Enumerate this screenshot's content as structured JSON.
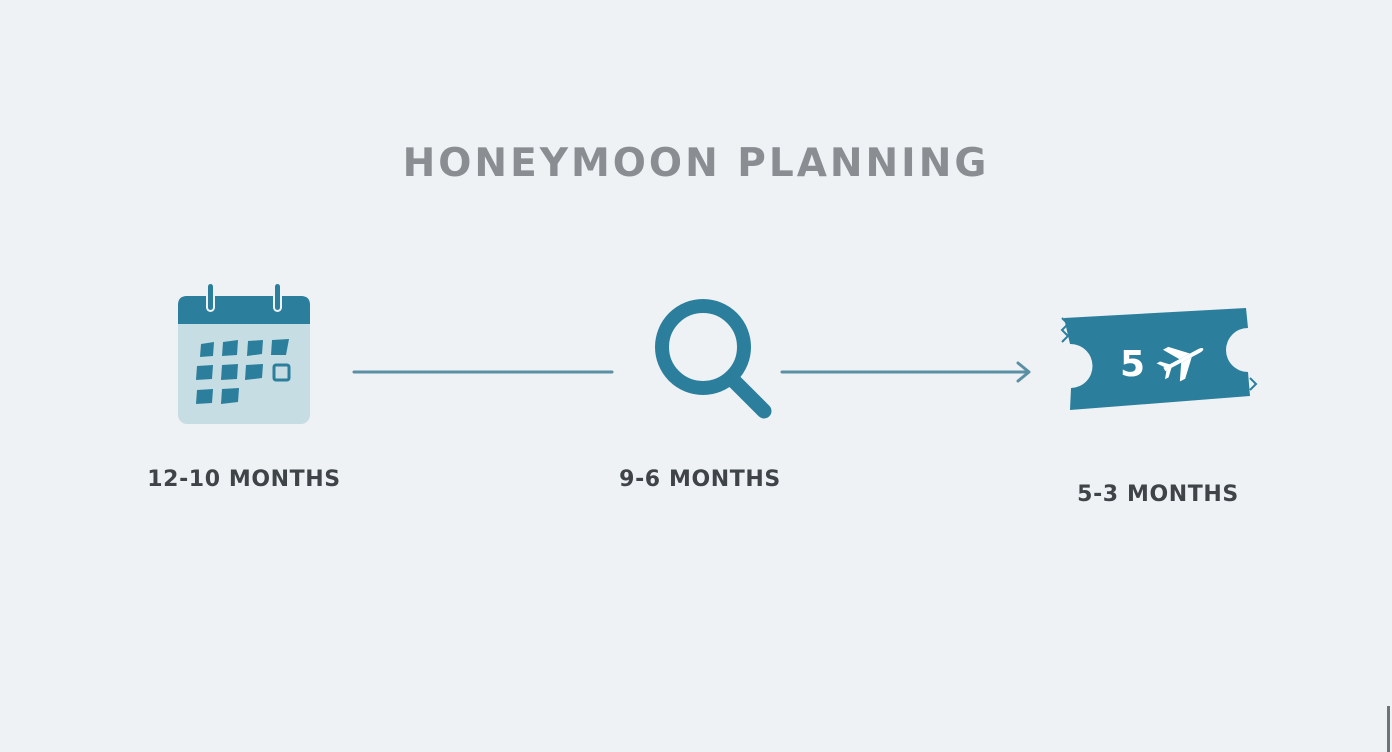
{
  "title": "HONEYMOON PLANNING",
  "colors": {
    "background": "#eef2f4",
    "accent": "#2b7f9c",
    "accent_light": "#c7dde4",
    "title_text": "#8a8d91",
    "label_text": "#3f4449"
  },
  "steps": [
    {
      "label": "12-10 MONTHS",
      "icon": "calendar-icon"
    },
    {
      "label": "9-6 MONTHS",
      "icon": "search-icon"
    },
    {
      "label": "5-3 MONTHS",
      "icon": "plane-ticket-icon",
      "ticket_text": "5"
    }
  ],
  "connectors": [
    {
      "from": "12-10 MONTHS",
      "to": "9-6 MONTHS",
      "style": "line"
    },
    {
      "from": "9-6 MONTHS",
      "to": "5-3 MONTHS",
      "style": "arrow"
    }
  ]
}
